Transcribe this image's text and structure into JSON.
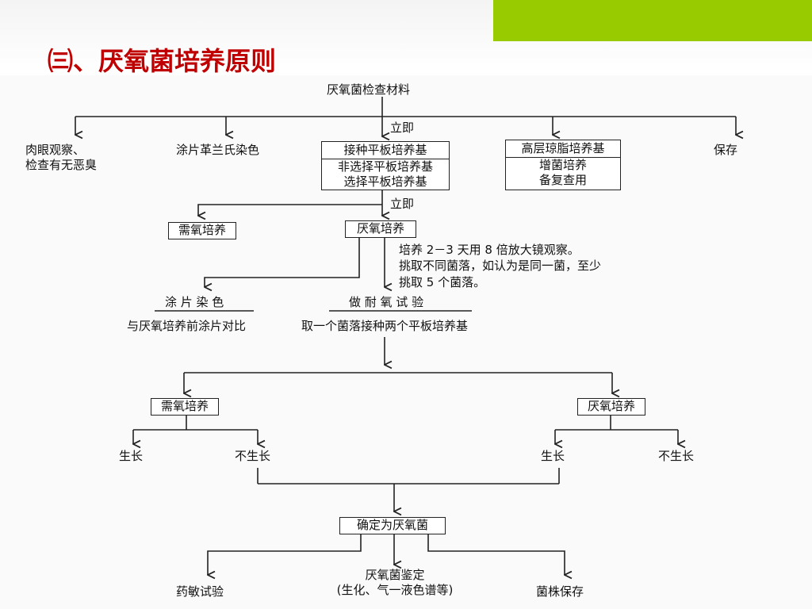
{
  "slide": {
    "title": "㈢、厌氧菌培养原则",
    "accent_color": "#99cc00",
    "title_color": "#c00000"
  },
  "flow": {
    "root": "厌氧菌检查材料",
    "immediately_1": "立即",
    "immediately_2": "立即",
    "gross_obs_line1": "肉眼观察、",
    "gross_obs_line2": "检查有无恶臭",
    "gram_stain": "涂片革兰氏染色",
    "inoculate_header": "接种平板培养基",
    "non_selective": "非选择平板培养基",
    "selective": "选择平板培养基",
    "high_agar_header": "高层琼脂培养基",
    "enrichment": "增菌培养",
    "backup": "备复查用",
    "preserve": "保存",
    "aerobic_1": "需氧培养",
    "anaerobic_1": "厌氧培养",
    "note_line1": "培养 2－3 天用 8 倍放大镜观察。",
    "note_line2": "挑取不同菌落，如认为是同一菌，至少",
    "note_line3": "挑取 5 个菌落。",
    "smear_stain": "涂 片 染 色",
    "compare": "与厌氧培养前涂片对比",
    "aerotolerance": "做 耐 氧 试 验",
    "pick_colony": "取一个菌落接种两个平板培养基",
    "aerobic_2": "需氧培养",
    "anaerobic_2": "厌氧培养",
    "grow_1": "生长",
    "no_grow_1": "不生长",
    "grow_2": "生长",
    "no_grow_2": "不生长",
    "confirm": "确定为厌氧菌",
    "susceptibility": "药敏试验",
    "identification_line1": "厌氧菌鉴定",
    "identification_line2": "(生化、气一液色谱等)",
    "strain_preserve": "菌株保存"
  }
}
